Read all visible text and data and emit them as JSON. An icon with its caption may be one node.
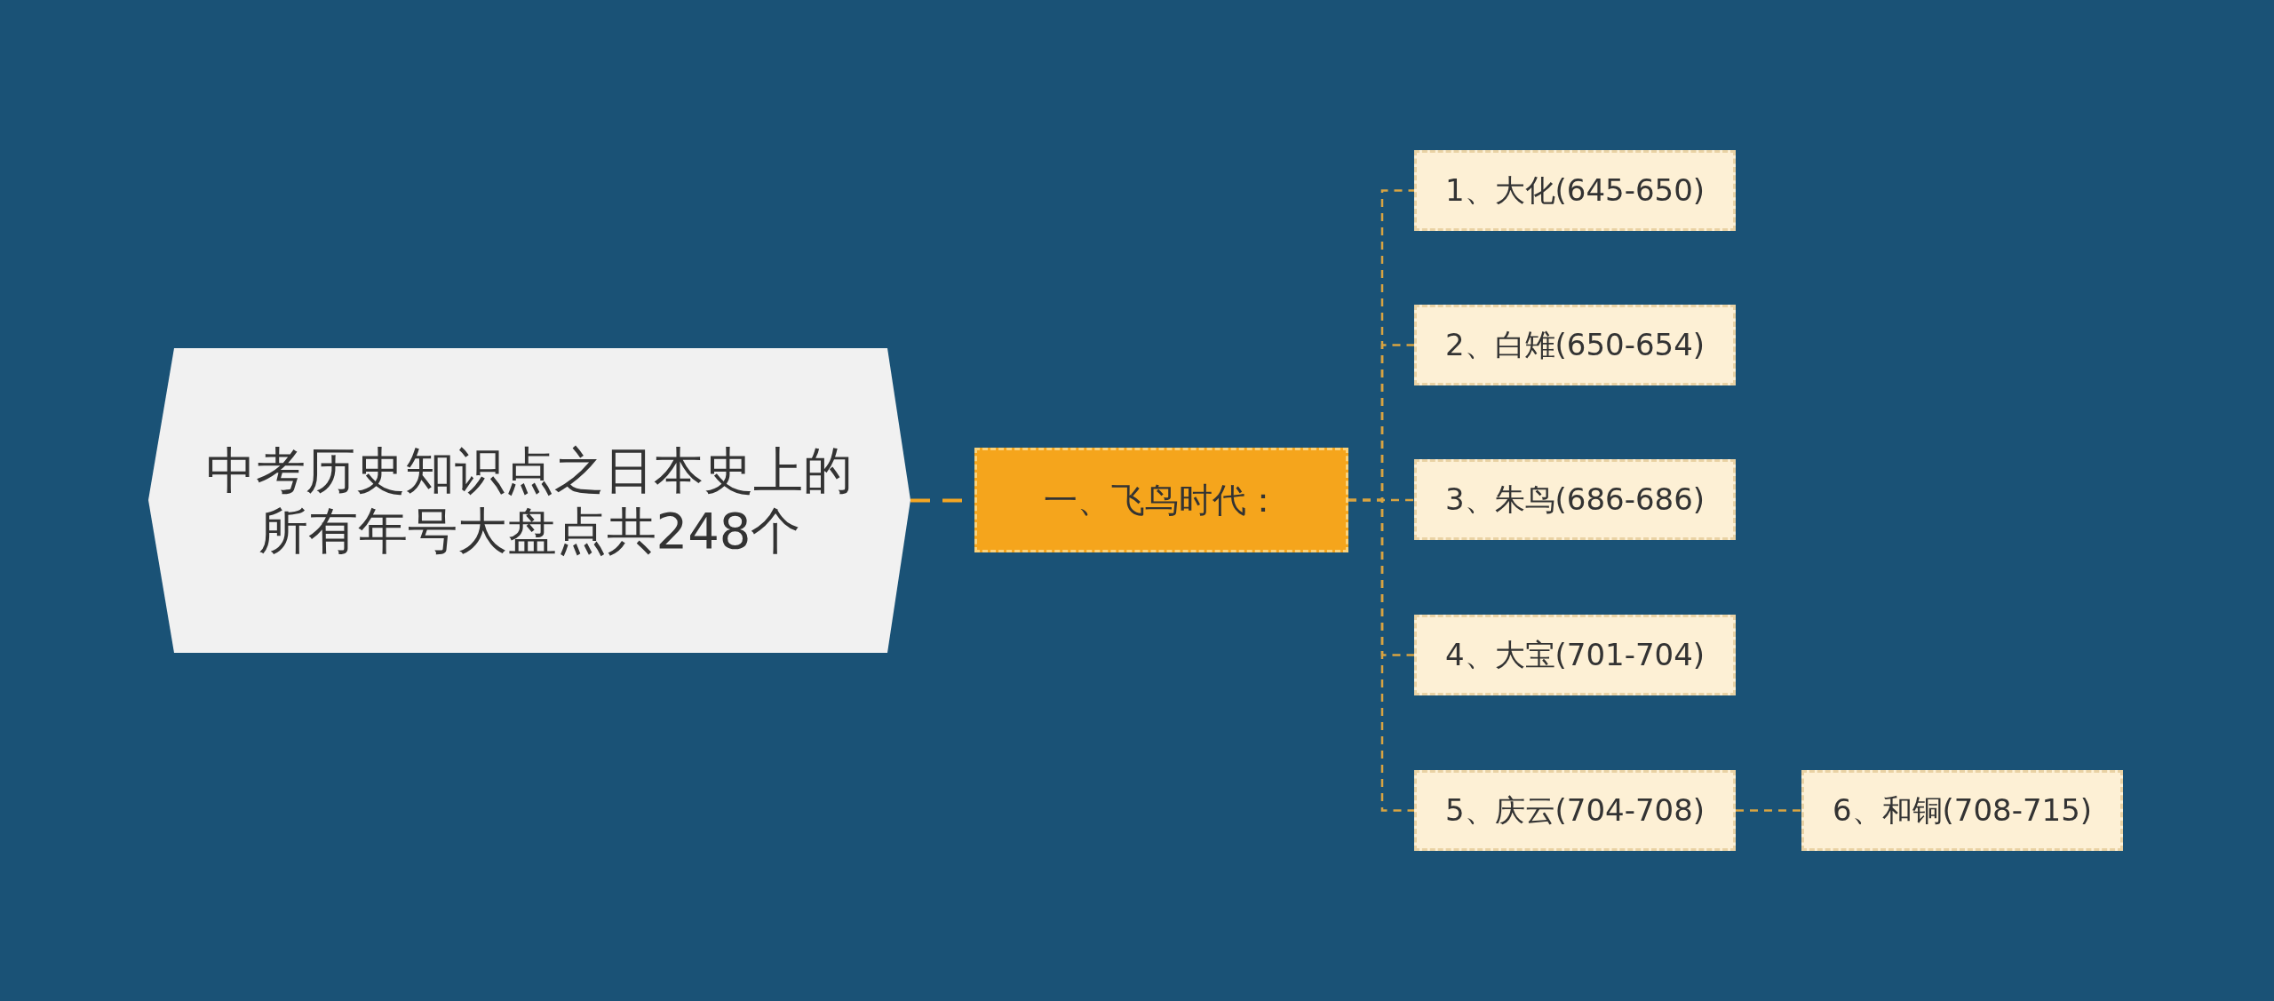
{
  "diagram": {
    "nodes": [
      {
        "text": [
          "中考历史知识点之日本史上的所有年号大盘点共248个"
        ]
      },
      {
        "text": [
          "一、飞鸟时代："
        ]
      },
      {
        "text": [
          "1、大化(645-650)"
        ]
      },
      {
        "text": [
          "2、白雉(650-654)"
        ]
      },
      {
        "text": [
          "3、朱鸟(686-686)"
        ]
      },
      {
        "text": [
          "4、大宝(701-704)"
        ]
      },
      {
        "text": [
          "5、庆云(704-708)"
        ]
      },
      {
        "text": [
          "6、和铜(708-715)"
        ]
      }
    ],
    "edges": [
      {
        "from": 0,
        "to": 1,
        "arrow": "none",
        "color": "#f5a623"
      },
      {
        "from": 1,
        "to": 2,
        "arrow": "none"
      },
      {
        "from": 1,
        "to": 3,
        "arrow": "none"
      },
      {
        "from": 1,
        "to": 4,
        "arrow": "none"
      },
      {
        "from": 1,
        "to": 5,
        "arrow": "none"
      },
      {
        "from": 1,
        "to": 6,
        "arrow": "none"
      },
      {
        "from": 6,
        "to": 7,
        "arrow": "none"
      }
    ]
  }
}
